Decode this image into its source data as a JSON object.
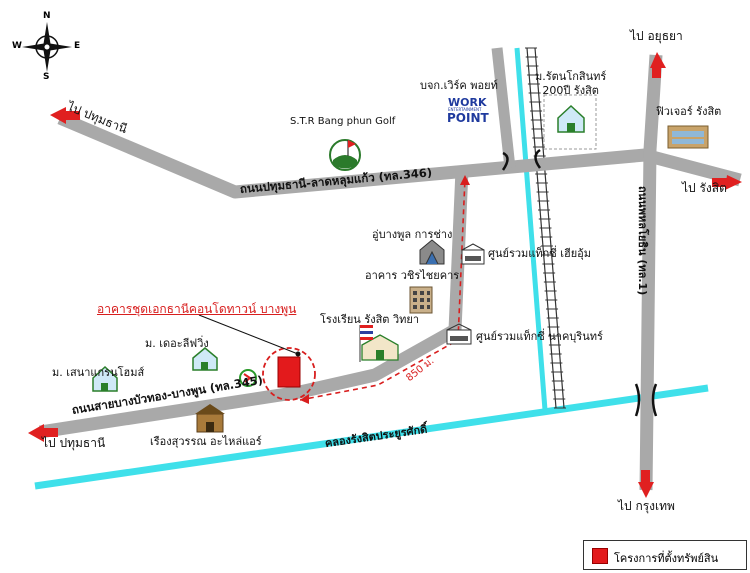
{
  "compass": {
    "n": "N",
    "s": "S",
    "e": "E",
    "w": "W"
  },
  "roads": {
    "r346": "ถนนปทุมธานี-ลาดหลุมแก้ว (ทล.346)",
    "r345": "ถนนสายบางบัวทอง-บางพูน (ทล.345)",
    "phahon": "ถนนพหลโยธิน (ทล.1)",
    "canal": "คลองรังสิตประยูรศักดิ์"
  },
  "directions": {
    "pathum_top": "ไป ปทุมธานี",
    "pathum_bottom": "ไป ปทุมธานี",
    "ayutthaya": "ไป อยุธยา",
    "rangsit": "ไป รังสิต",
    "bangkok": "ไป กรุงเทพ"
  },
  "places": {
    "golf": "S.T.R Bang phun Golf",
    "workpoint_name": "บจก.เวิร์ค พอยท์",
    "workpoint_logo1": "WORK",
    "workpoint_logo2": "ENTERTAINMENT",
    "workpoint_logo3": "POINT",
    "rattanakosin": "ม.รัตนโกสินทร์\n200ปี รังสิต",
    "future": "ฟิวเจอร์ รังสิต",
    "garage": "อู่บางพูล การช่าง",
    "wachira": "อาคาร วชิรไชยคาร",
    "school": "โรงเรียน รังสิต วิทยา",
    "taxi1": "ศูนย์รวมแท็กซี่ เฮียอุ้ม",
    "taxi2": "ศูนย์รวมแท็กซี่ นาคบุรินทร์",
    "project": "อาคารชุดเอกธานีคอนโดทาวน์ บางพูน",
    "village1": "ม. เดอะลีฟวิ่ง",
    "village2": "ม. เสนาแกรนโฮมส์",
    "restaurant": "เรืองสุวรรณ อะไหล่แอร์",
    "distance": "850 ม."
  },
  "legend": {
    "label": "โครงการที่ตั้งทรัพย์สิน"
  },
  "colors": {
    "road": "#a9a9a9",
    "canal": "#3fe0ea",
    "arrow": "#e02020",
    "project": "#e31a1c",
    "route": "#d81e1e"
  }
}
